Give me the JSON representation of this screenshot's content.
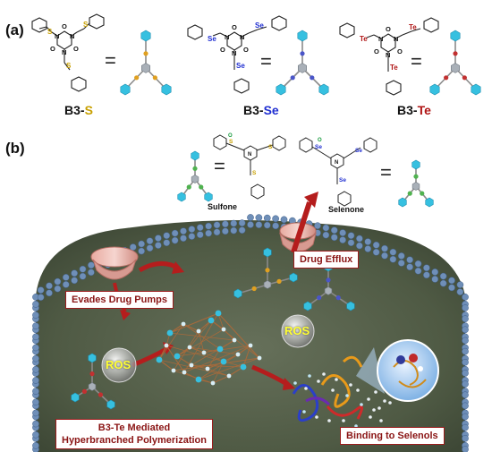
{
  "panel_a": {
    "label": "(a)",
    "compounds": [
      {
        "prefix": "B3-",
        "element": "S",
        "element_color": "#c8a000",
        "node_color": "#e0a020"
      },
      {
        "prefix": "B3-",
        "element": "Se",
        "element_color": "#1f2ed1",
        "node_color": "#4a55c8"
      },
      {
        "prefix": "B3-",
        "element": "Te",
        "element_color": "#b01515",
        "node_color": "#c23030"
      }
    ],
    "atom_labels": {
      "o": "O",
      "n": "N",
      "s": "S",
      "se": "Se",
      "te": "Te"
    },
    "equals": "="
  },
  "panel_b": {
    "label": "(b)",
    "sulfone_label": "Sulfone",
    "selenone_label": "Selenone",
    "callouts": {
      "drug_efflux": "Drug Efflux",
      "evades_pumps": "Evades Drug Pumps",
      "polymerization_line1": "B3-Te Mediated",
      "polymerization_line2": "Hyperbranched Polymerization",
      "selenols": "Binding to Selenols"
    },
    "ros_label": "ROS"
  },
  "colors": {
    "hexagon": "#36c0e0",
    "arm": "#8a8a8a",
    "membrane": "#6f8fb8",
    "cell_interior": "#56614a",
    "callout_border": "#9b1c1c"
  }
}
